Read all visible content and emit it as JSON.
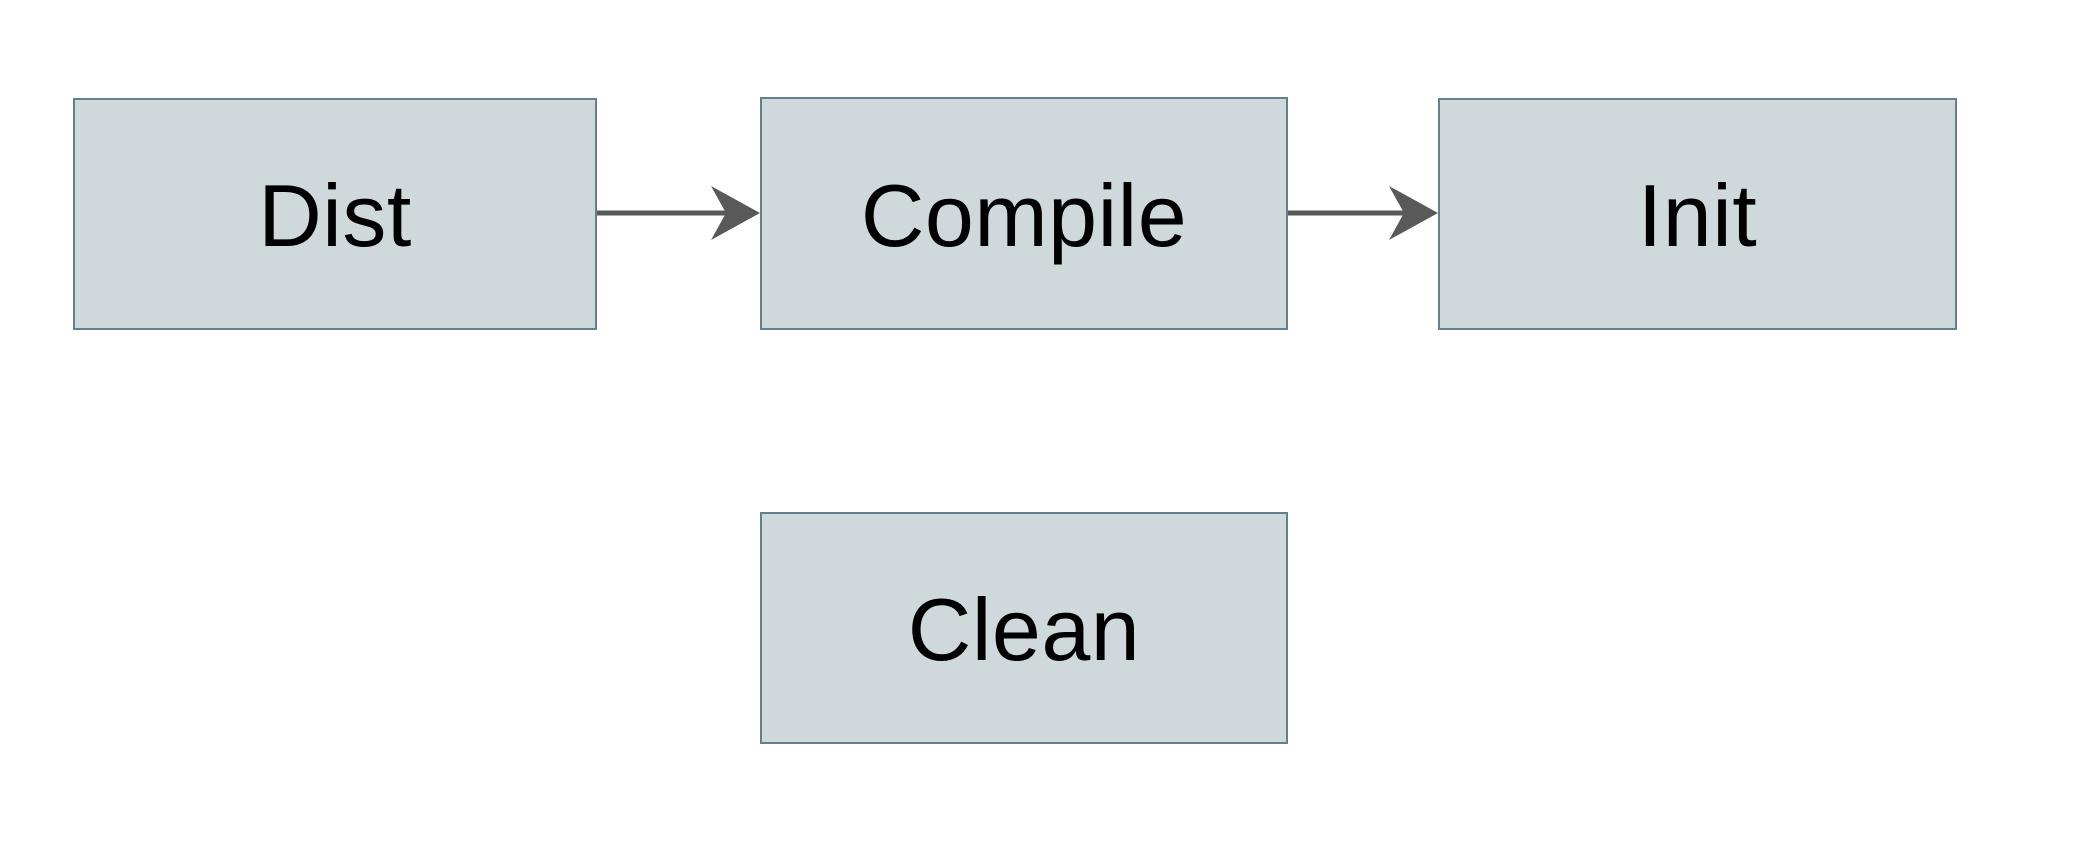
{
  "diagram": {
    "title": "",
    "nodes": [
      {
        "id": "dist",
        "label": "Dist"
      },
      {
        "id": "compile",
        "label": "Compile"
      },
      {
        "id": "init",
        "label": "Init"
      },
      {
        "id": "clean",
        "label": "Clean"
      }
    ],
    "edges": [
      {
        "from": "Dist",
        "to": "Compile",
        "style": "arrow-right"
      },
      {
        "from": "Compile",
        "to": "Init",
        "style": "arrow-right"
      }
    ]
  },
  "colors": {
    "background": "#ffffff",
    "node_fill": "#cfd8da",
    "node_border": "#64808e",
    "arrow": "#595959",
    "text": "#000000"
  }
}
